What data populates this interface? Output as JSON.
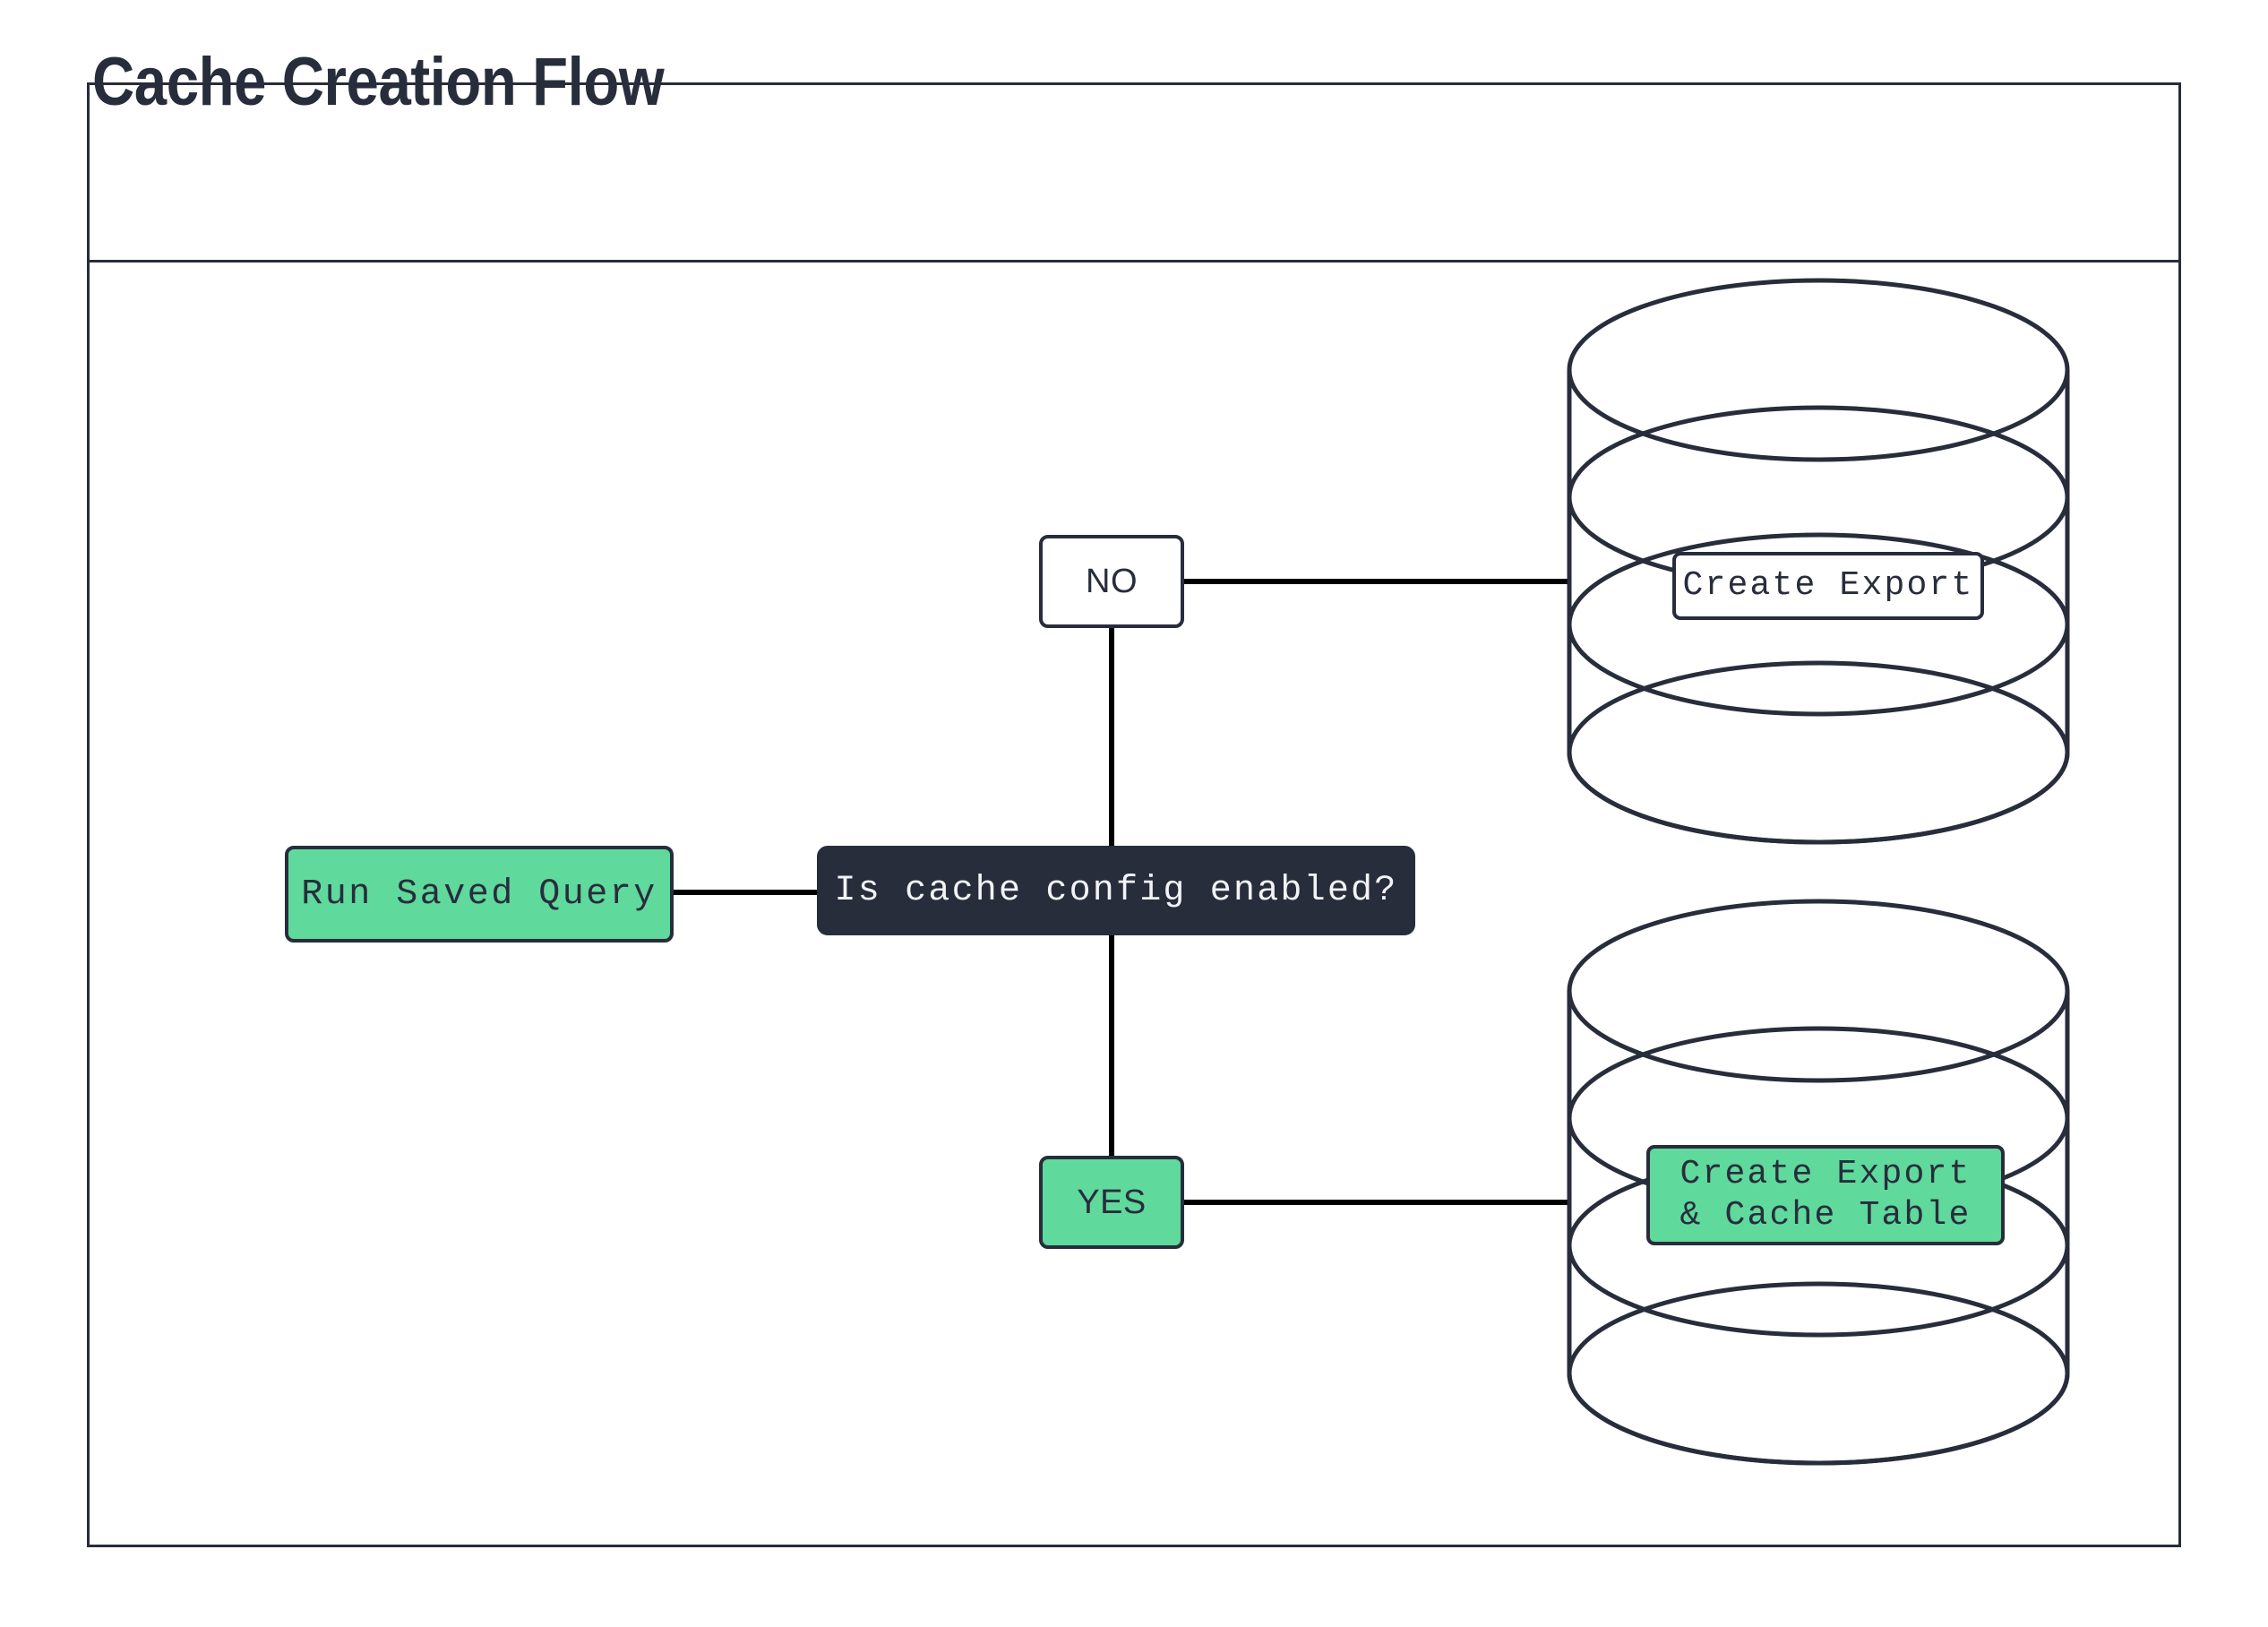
{
  "diagram": {
    "title": "Cache Creation Flow",
    "type": "flowchart",
    "colors": {
      "accent_green": "#5fd99c",
      "dark_navy": "#282d3c",
      "edge_black": "#000000",
      "surface_white": "#ffffff"
    }
  },
  "nodes": {
    "run_saved_query": {
      "label": "Run Saved Query",
      "shape": "rounded-rect",
      "fill": "#5fd99c"
    },
    "decision": {
      "label": "Is cache config enabled?",
      "shape": "rounded-rect",
      "fill": "#282d3c"
    },
    "branch_no": {
      "label": "NO",
      "shape": "rounded-rect",
      "fill": "#ffffff"
    },
    "branch_yes": {
      "label": "YES",
      "shape": "rounded-rect",
      "fill": "#5fd99c"
    },
    "database_top": {
      "label": "Create Export",
      "shape": "cylinder-stack",
      "fill": "#ffffff"
    },
    "database_bottom": {
      "label": "Create Export\n& Cache Table",
      "shape": "cylinder-stack",
      "fill": "#5fd99c"
    }
  },
  "edges": [
    {
      "from": "run_saved_query",
      "to": "decision",
      "label": ""
    },
    {
      "from": "decision",
      "to": "branch_no",
      "label": ""
    },
    {
      "from": "branch_no",
      "to": "database_top",
      "label": ""
    },
    {
      "from": "decision",
      "to": "branch_yes",
      "label": ""
    },
    {
      "from": "branch_yes",
      "to": "database_bottom",
      "label": ""
    }
  ]
}
